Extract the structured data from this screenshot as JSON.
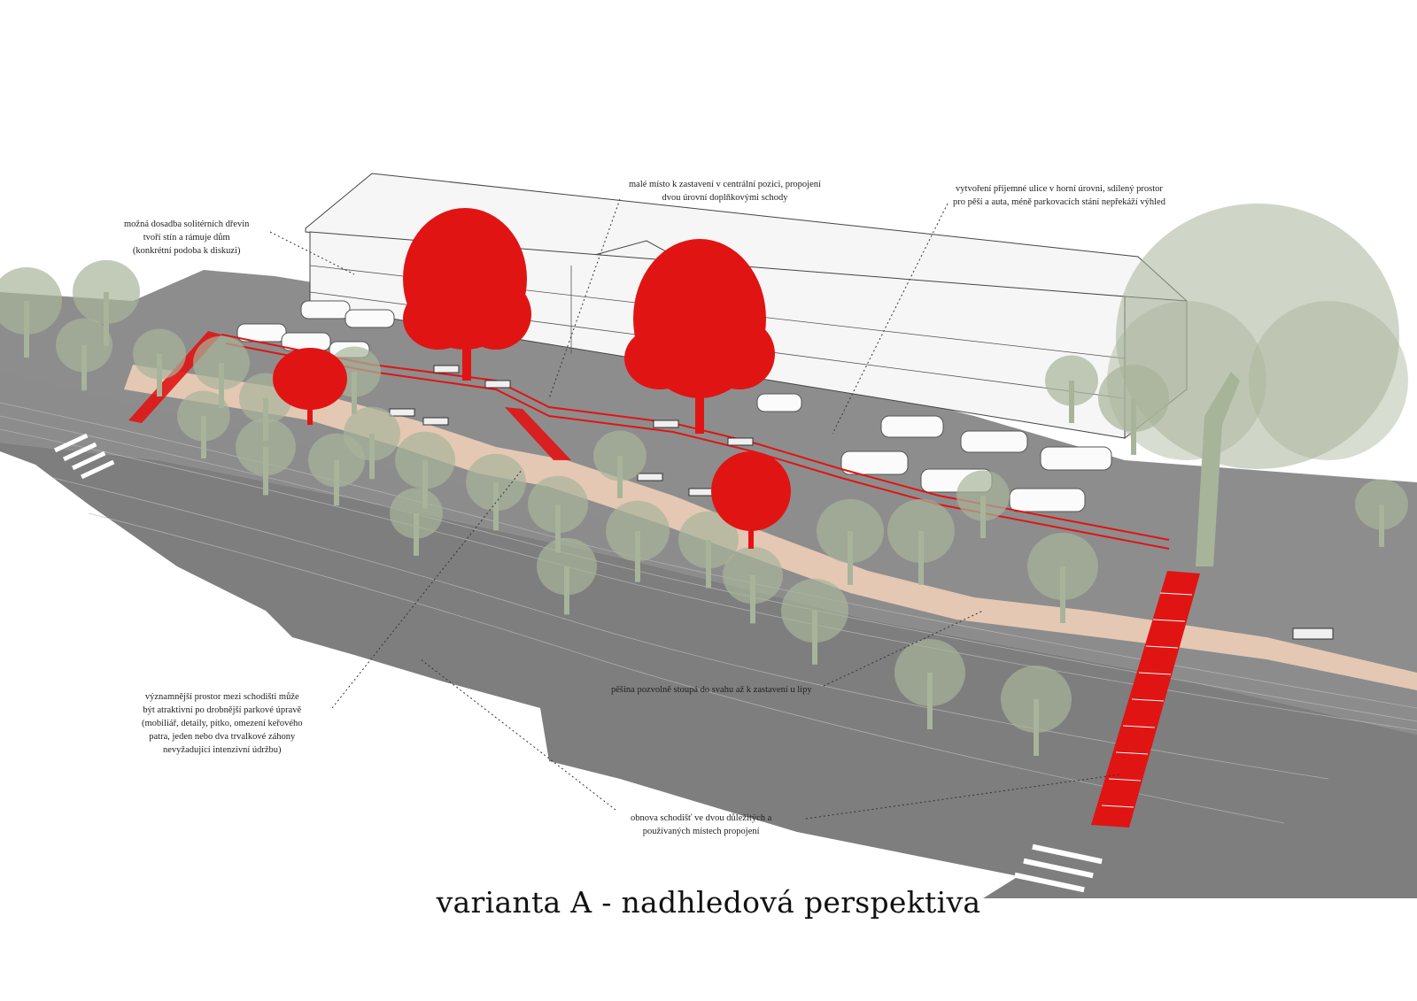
{
  "title": "varianta A - nadhledová perspektiva",
  "colors": {
    "terrain": "#8d8d8d",
    "terrain_dark": "#7e7e7e",
    "path": "#e4c8b4",
    "accent_red": "#e11414",
    "tree_green": "#a8b49a",
    "building": "#f6f6f6",
    "outline": "#444444"
  },
  "annotations": {
    "trees": {
      "lines": [
        "možná dosadba solitérních dřevin",
        "tvoří stín a rámuje dům",
        "(konkrétní podoba k diskuzi)"
      ]
    },
    "stop_place": {
      "lines": [
        "malé místo k zastavení v centrální pozici, propojení",
        "dvou úrovní doplňkovými schody"
      ]
    },
    "street": {
      "lines": [
        "vytvoření příjemné ulice v horní úrovni, sdílený prostor",
        "pro pěší a auta, méně parkovacích stání nepřekáží výhled"
      ]
    },
    "park_space": {
      "lines": [
        "významnější prostor mezi schodišti může",
        "být atraktivní po drobnější parkové úpravě",
        "(mobiliář, detaily, pítko, omezení keřového",
        "patra, jeden nebo dva trvalkové záhony",
        "nevyžadující intenzivní údržbu)"
      ]
    },
    "path_note": {
      "lines": [
        "pěšina pozvolně stoupá do svahu až k zastavení u lípy"
      ]
    },
    "stairs": {
      "lines": [
        "obnova schodišť ve dvou důležitých a",
        "používaných místech propojení"
      ]
    }
  }
}
